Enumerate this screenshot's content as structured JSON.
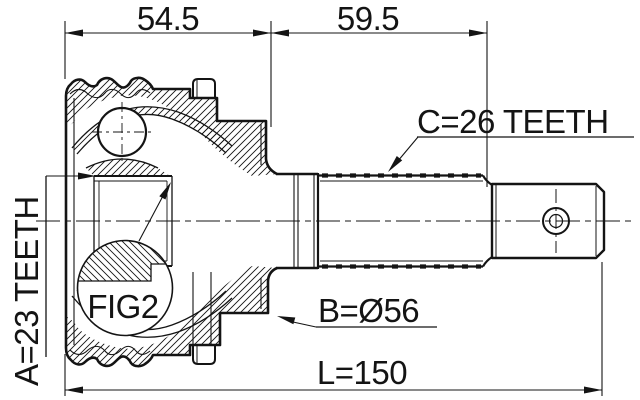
{
  "figure": {
    "colors": {
      "line": "#141414",
      "background": "#ffffff"
    },
    "labels": {
      "dim_top_left": "54.5",
      "dim_top_right": "59.5",
      "outer_spline": "C=26 TEETH",
      "inner_spline": "A=23 TEETH",
      "body_diameter": "B=Ø56",
      "overall_length": "L=150",
      "detail": "FIG2"
    }
  }
}
